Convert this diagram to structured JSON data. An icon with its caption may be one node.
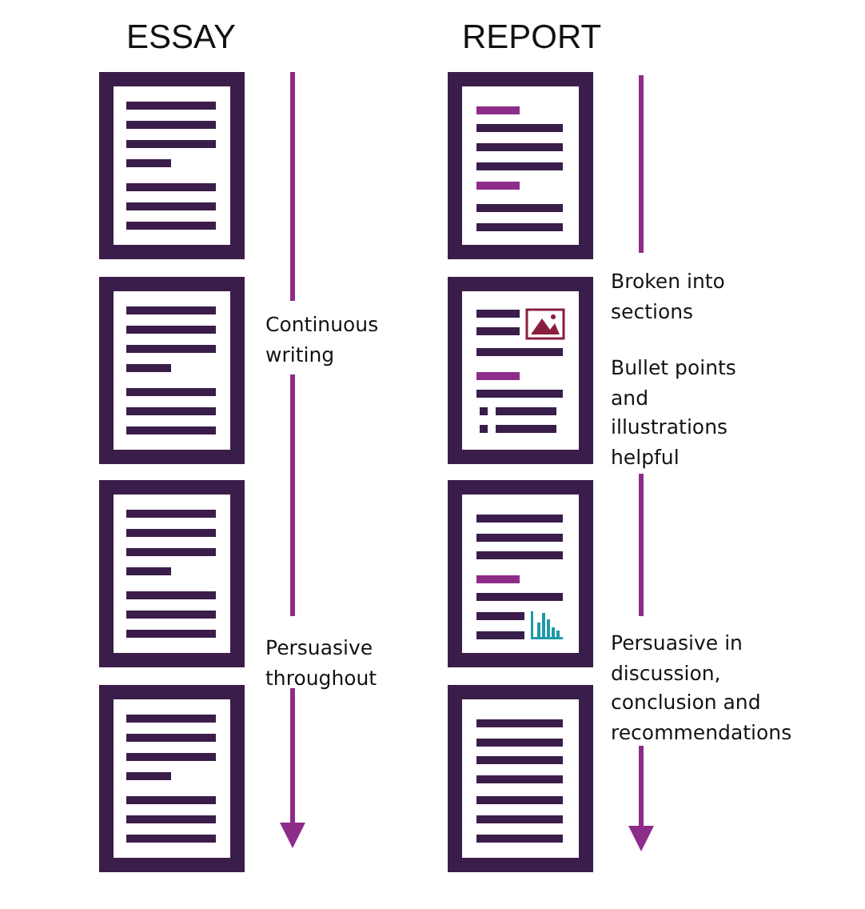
{
  "diagram": {
    "labels": [
      "ESSAY",
      "REPORT",
      "Continuous writing",
      "Persuasive throughout",
      "Broken into sections",
      "Bullet points and illustrations helpful",
      "Persuasive in discussion, conclusion and recommendations"
    ]
  }
}
